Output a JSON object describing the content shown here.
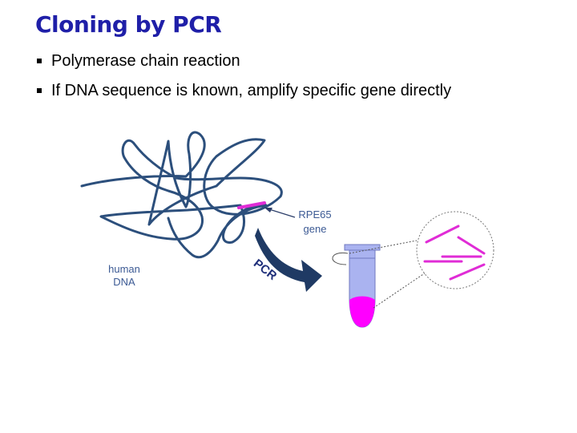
{
  "slide": {
    "title": "Cloning by PCR",
    "bullets": [
      "Polymerase chain reaction",
      "If DNA sequence is known, amplify specific gene directly"
    ]
  },
  "diagram": {
    "dna_label_line1": "human",
    "dna_label_line2": "DNA",
    "gene_label_line1": "RPE65",
    "gene_label_line2": "gene",
    "arrow_label": "PCR"
  },
  "colors": {
    "title": "#1f1fa8",
    "dna_strand": "#2c4f7c",
    "gene": "#e02cd6",
    "arrow": "#1f3a64",
    "tube": "#aab3f0",
    "tube_liquid": "#ff00ff",
    "label": "#3c5a94"
  }
}
